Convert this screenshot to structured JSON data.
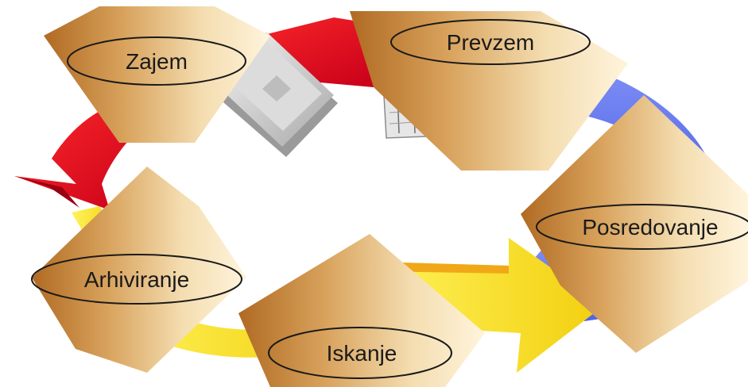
{
  "diagram": {
    "nodes": [
      {
        "id": "zajem",
        "label": "Zajem"
      },
      {
        "id": "prevzem",
        "label": "Prevzem"
      },
      {
        "id": "posredovanje",
        "label": "Posredovanje"
      },
      {
        "id": "iskanje",
        "label": "Iskanje"
      },
      {
        "id": "arhiviranje",
        "label": "Arhiviranje"
      }
    ],
    "arrow_colors": {
      "red": "#e30d1c",
      "blue": "#6f7ff0",
      "yellow": "#f8e21a"
    },
    "icons": [
      "document-stack-icon",
      "newspaper-icon"
    ]
  }
}
